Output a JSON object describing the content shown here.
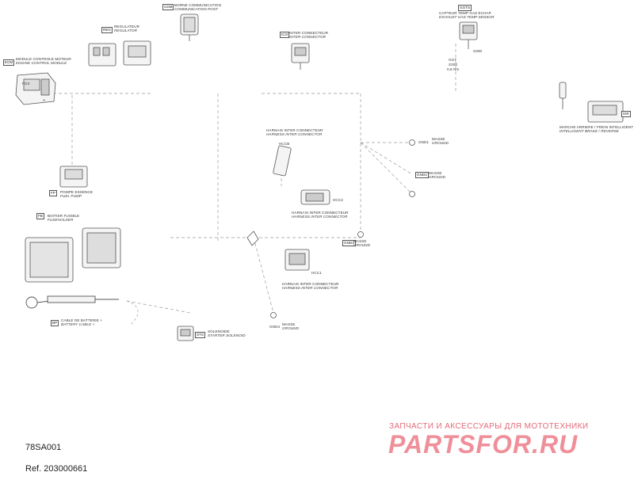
{
  "diagram_id": "78SA001",
  "reference": "Ref. 203000661",
  "watermark": {
    "tagline": "ЗАПЧАСТИ И АКСЕССУАРЫ ДЛЯ МОТОТЕХНИКИ",
    "logo": "PARTSFOR.RU"
  },
  "components": {
    "comm_post": {
      "code": "CDM",
      "fr": "BORNE COMMUNICATION",
      "en": "COMMUNICATION POST"
    },
    "regulator": {
      "code": "REG",
      "fr": "REGULATEUR",
      "en": "REGULATOR"
    },
    "ecm": {
      "code": "ECM",
      "fr": "MODULE CONTROLE MOTEUR",
      "en": "ENGINE CONTROL MODULE"
    },
    "inter_conn": {
      "code": "ICO",
      "fr": "INTER CONNECTEUR",
      "en": "INTER CONNECTOR"
    },
    "fuel_sensor": {
      "code": "GGTS",
      "fr": "CAPTEUR TEMP GAZ ECHAP.",
      "en": "EXHAUST GAS TEMP SENSOR"
    },
    "ibr": {
      "code": "ISR",
      "fr": "MARCHE ARRIERE / FREIN INTELLIGENT",
      "en": "INTELLIGENT BRAKE / REVERSE"
    },
    "harness_top": {
      "code": "HCCB",
      "fr": "HARNAIS INTER CONNECTEUR",
      "en": "HARNESS INTER CONNECTOR"
    },
    "ground_1": {
      "code": "GND1",
      "fr": "MASSE",
      "en": "GROUND"
    },
    "ground_2": {
      "code": "GND2",
      "fr": "MASSE",
      "en": "GROUND"
    },
    "fuel_pump": {
      "code": "FP",
      "fr": "POMPE ESSENCE",
      "en": "FUEL PUMP"
    },
    "fuse_box": {
      "code": "FB",
      "fr": "BOITIER FUSIBLE",
      "en": "FUSEHOLDER"
    },
    "harness_mid": {
      "code": "HCC2",
      "fr": "HARNAIS INTER CONNECTEUR",
      "en": "HARNESS INTER CONNECTOR"
    },
    "ground_3": {
      "code": "GND3",
      "fr": "MASSE",
      "en": "GROUND"
    },
    "harness_low": {
      "code": "HCC1",
      "fr": "HARNAIS INTER CONNECTEUR",
      "en": "HARNESS INTER CONNECTOR"
    },
    "battery_cable": {
      "code": "BP",
      "fr": "CABLE DE BATTERIE +",
      "en": "BATTERY CABLE +"
    },
    "starter_solenoid": {
      "code": "STS",
      "fr": "SOLENOIDE",
      "en": "STARTER SOLENOID"
    },
    "ground_4": {
      "code": "GND4",
      "fr": "MASSE",
      "en": "GROUND"
    }
  },
  "callouts": {
    "ecm_pins": "FG3",
    "ecm_pins2": "A",
    "sensor_a": "S300",
    "sensor_b": "GGT",
    "sensor_c": "S300",
    "sensor_d": "0,5 Nm",
    "ground_code_a": "GND1"
  }
}
